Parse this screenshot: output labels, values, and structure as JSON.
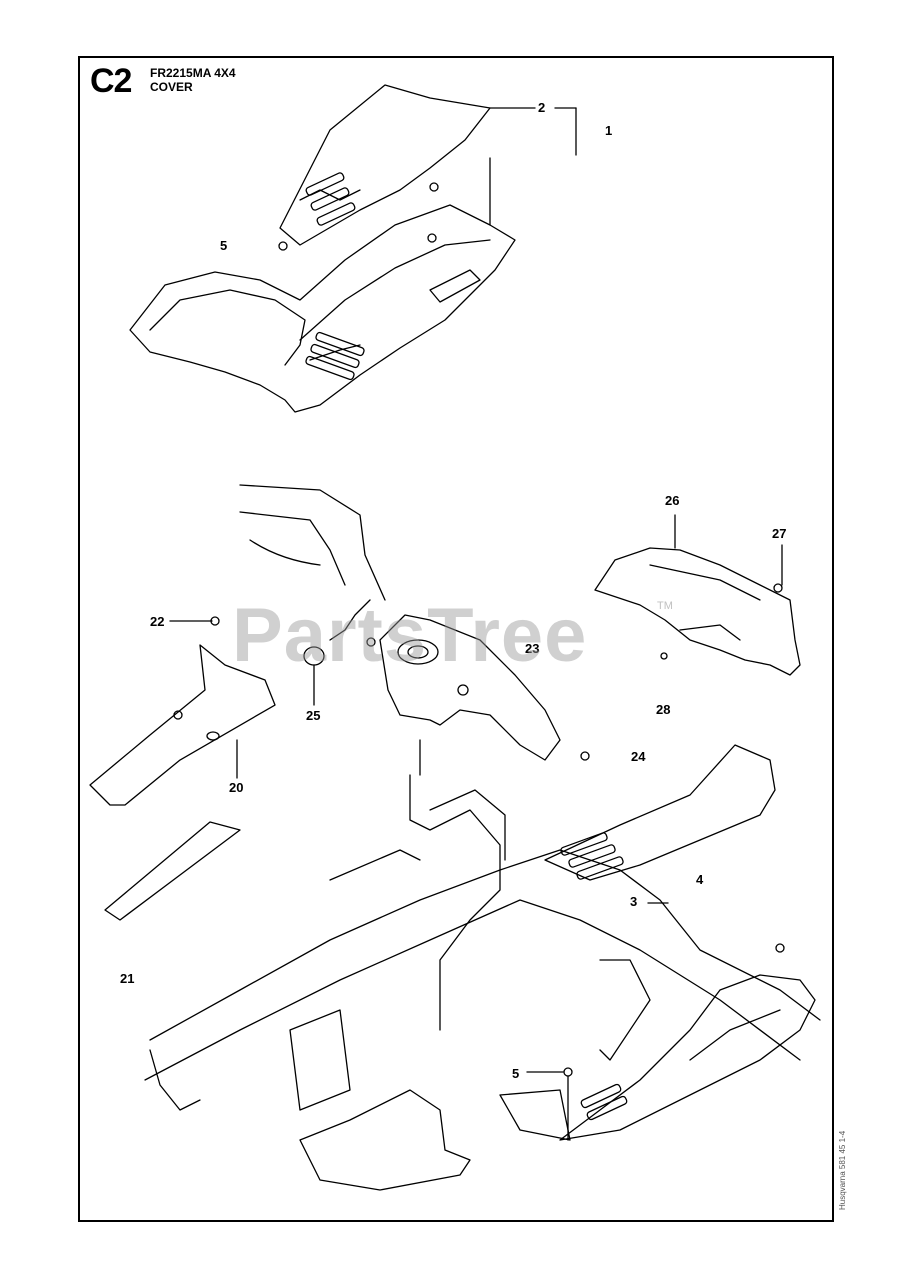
{
  "header": {
    "code": "C2",
    "model": "FR2215MA 4X4",
    "section": "COVER"
  },
  "watermark": {
    "text": "PartsTree",
    "tm": "TM"
  },
  "doc_id": "Husqvarna 581 45 1-4",
  "callouts": [
    {
      "id": "c-2",
      "label": "2"
    },
    {
      "id": "c-1",
      "label": "1"
    },
    {
      "id": "c-5a",
      "label": "5"
    },
    {
      "id": "c-26",
      "label": "26"
    },
    {
      "id": "c-27",
      "label": "27"
    },
    {
      "id": "c-22",
      "label": "22"
    },
    {
      "id": "c-23",
      "label": "23"
    },
    {
      "id": "c-25",
      "label": "25"
    },
    {
      "id": "c-28",
      "label": "28"
    },
    {
      "id": "c-24",
      "label": "24"
    },
    {
      "id": "c-20",
      "label": "20"
    },
    {
      "id": "c-4",
      "label": "4"
    },
    {
      "id": "c-3",
      "label": "3"
    },
    {
      "id": "c-21",
      "label": "21"
    },
    {
      "id": "c-5b",
      "label": "5"
    }
  ]
}
